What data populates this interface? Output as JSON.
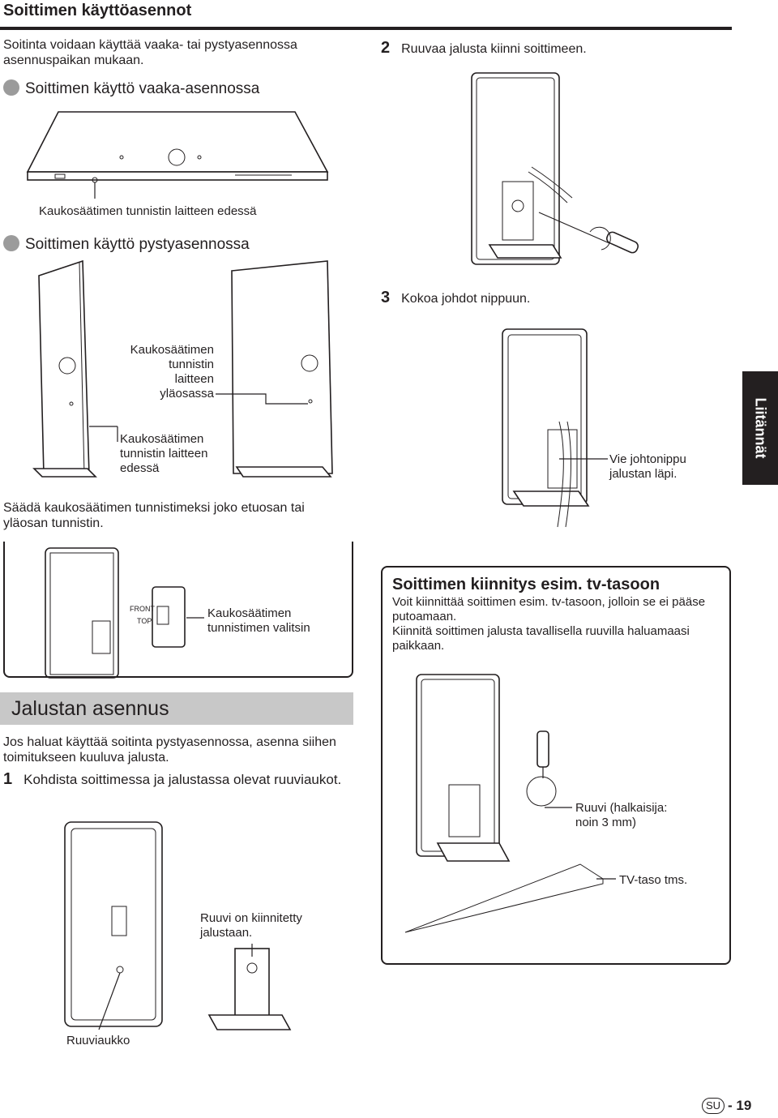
{
  "header": {
    "title": "Soittimen käyttöasennot"
  },
  "intro": "Soitinta voidaan käyttää vaaka- tai pystyasennossa asennuspaikan mukaan.",
  "horizontal": {
    "heading": "Soittimen käyttö vaaka-asennossa",
    "caption": "Kaukosäätimen tunnistin laitteen edessä"
  },
  "vertical": {
    "heading": "Soittimen käyttö pystyasennossa",
    "caption_top": [
      "Kaukosäätimen",
      "tunnistin",
      "laitteen",
      "yläosassa"
    ],
    "caption_front": [
      "Kaukosäätimen",
      "tunnistin laitteen",
      "edessä"
    ]
  },
  "sensor_note": "Säädä kaukosäätimen tunnistimeksi joko etuosan tai yläosan tunnistin.",
  "switch": {
    "front_label": "FRONT",
    "top_label": "TOP",
    "caption": [
      "Kaukosäätimen",
      "tunnistimen valitsin"
    ]
  },
  "step2": {
    "number": "2",
    "text": "Ruuvaa jalusta kiinni soittimeen."
  },
  "step3": {
    "number": "3",
    "text": "Kokoa johdot nippuun.",
    "caption": [
      "Vie johtonippu",
      "jalustan läpi."
    ]
  },
  "side_tab": "Liitännät",
  "stand_section": {
    "title": "Jalustan asennus",
    "intro": "Jos haluat käyttää soitinta pystyasennossa, asenna siihen toimitukseen kuuluva jalusta.",
    "step1_number": "1",
    "step1_text": "Kohdista soittimessa ja jalustassa olevat ruuviaukot.",
    "screw_fixed": [
      "Ruuvi on kiinnitetty",
      "jalustaan."
    ],
    "screw_hole": "Ruuviaukko"
  },
  "mount_box": {
    "title": "Soittimen kiinnitys esim. tv-tasoon",
    "line1": "Voit kiinnittää soittimen esim. tv-tasoon, jolloin se ei pääse putoamaan.",
    "line2": "Kiinnitä soittimen jalusta tavallisella ruuvilla haluamaasi paikkaan.",
    "screw_caption": [
      "Ruuvi (halkaisija:",
      "noin 3 mm)"
    ],
    "table_caption": "TV-taso tms."
  },
  "footer": {
    "lang_badge": "SU",
    "page": "- 19"
  }
}
